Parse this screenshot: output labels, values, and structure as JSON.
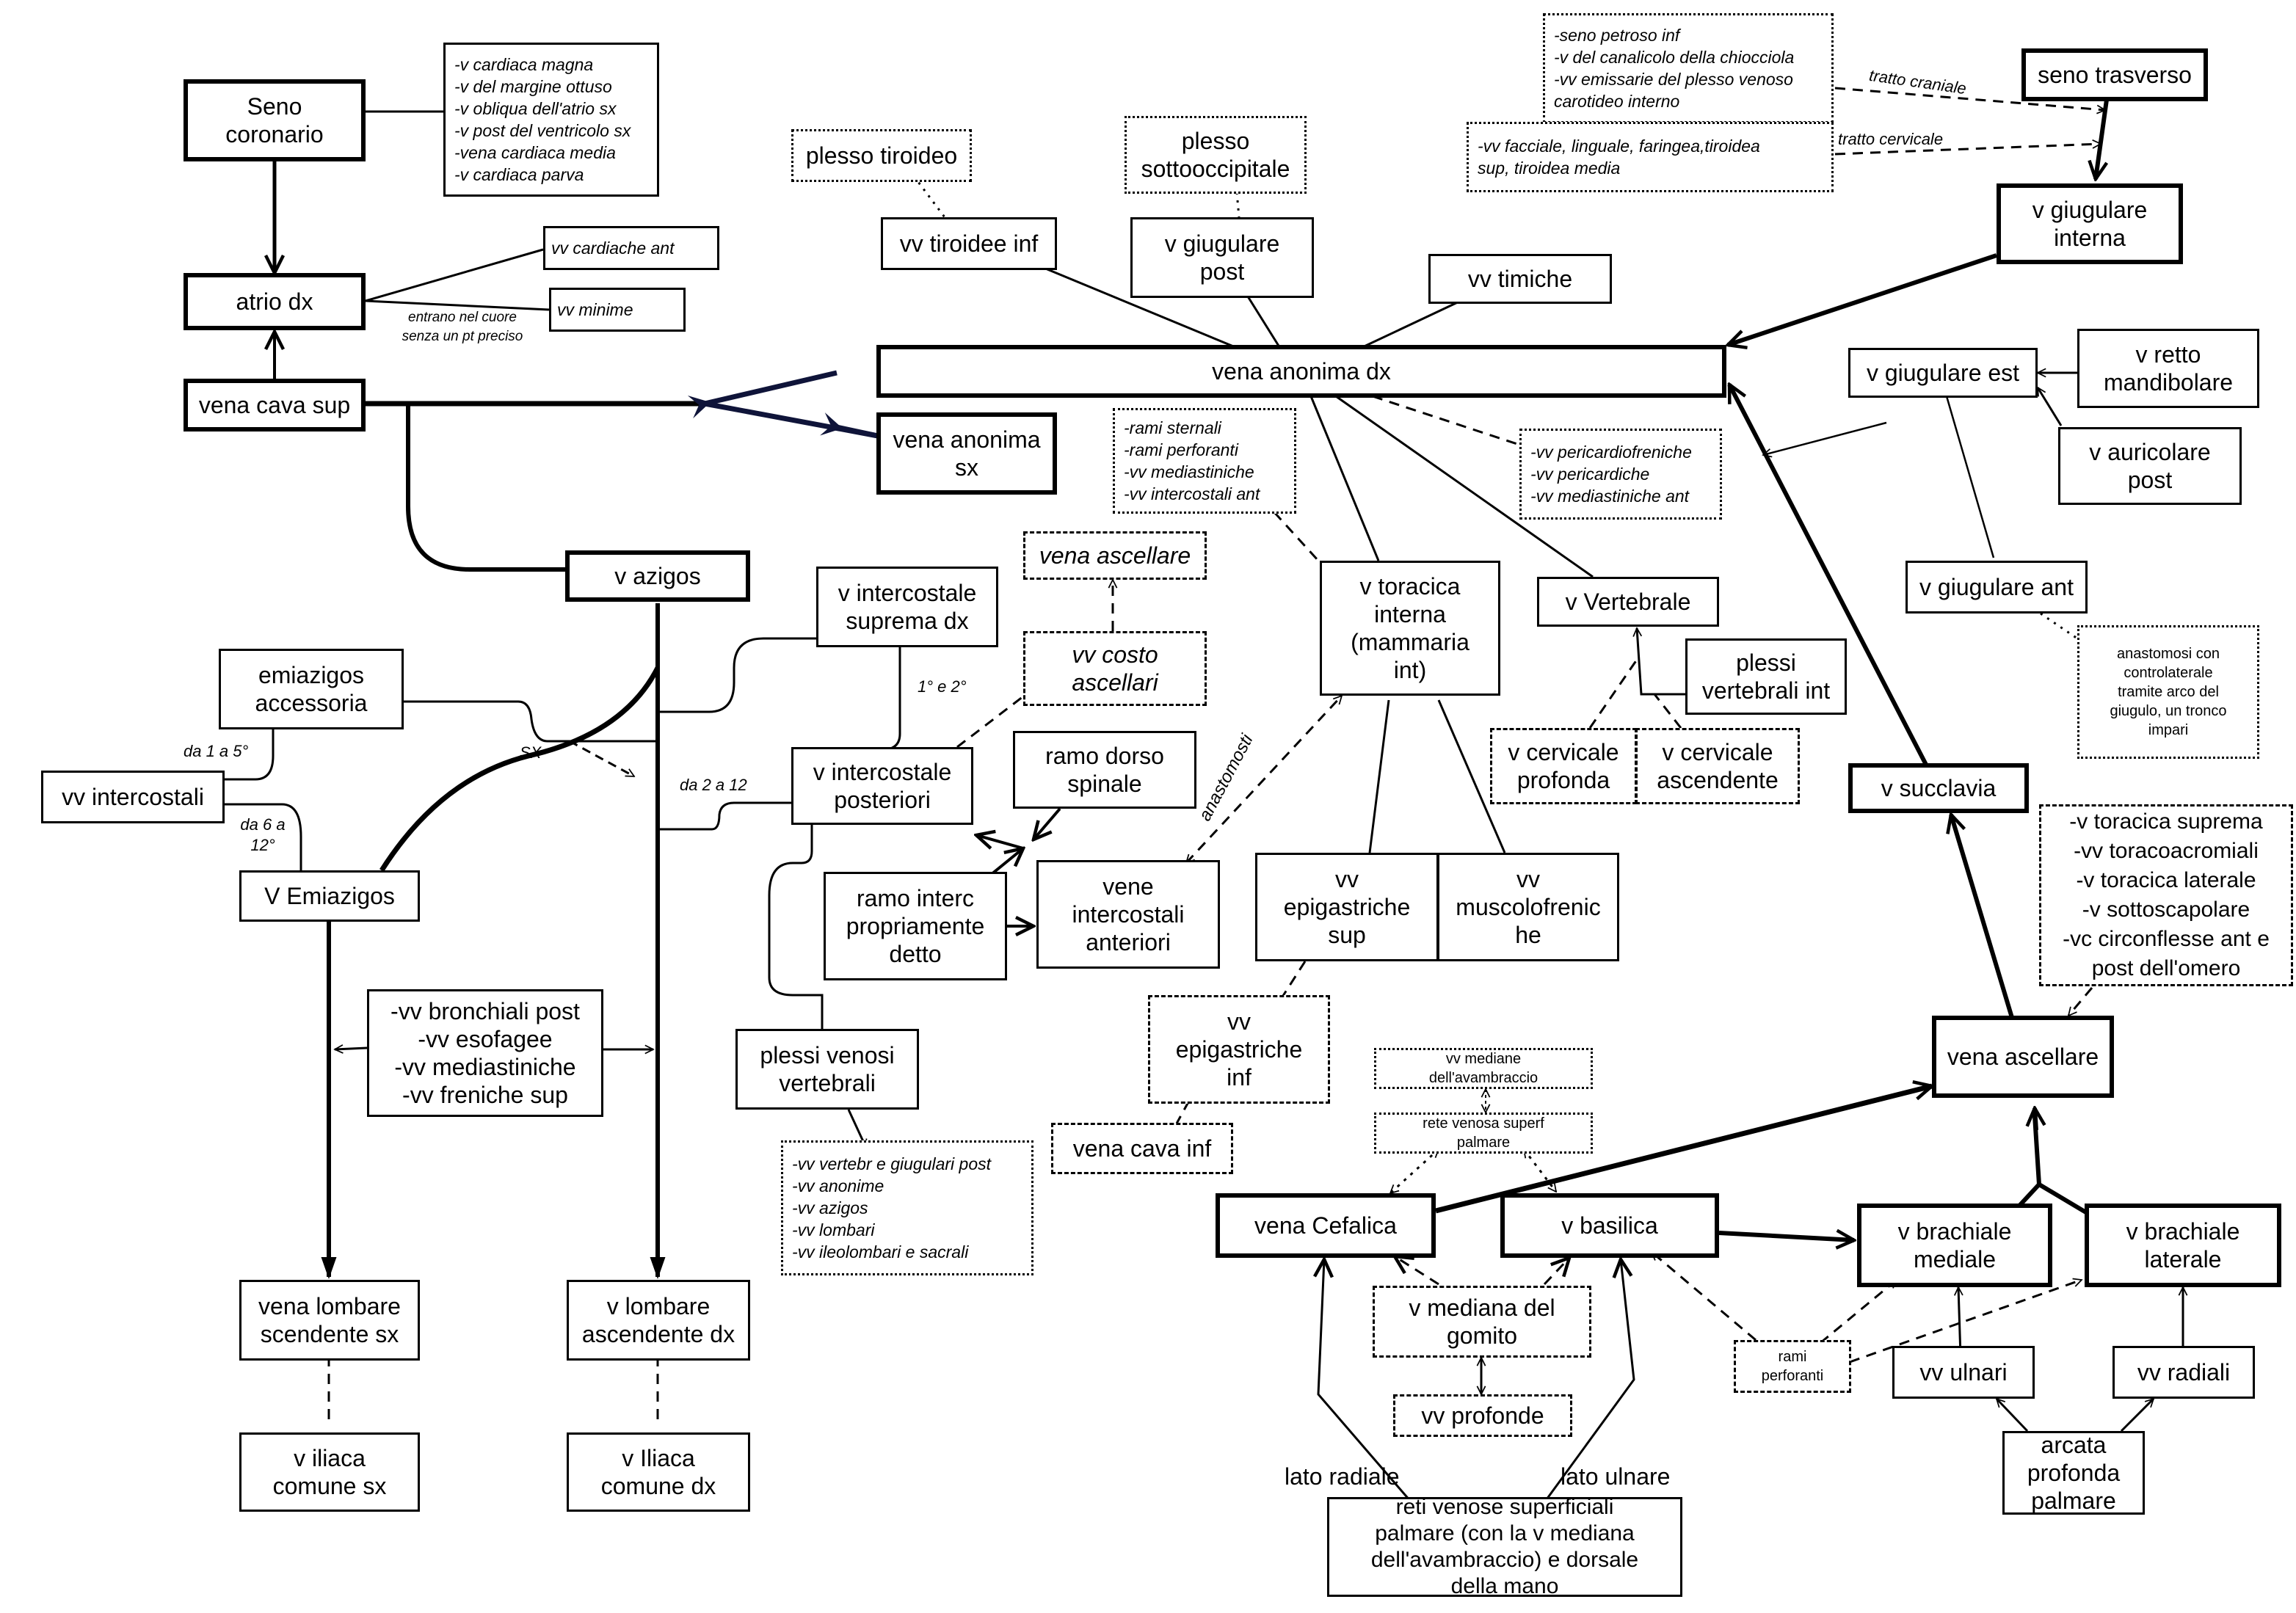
{
  "title": "Sistema venoso - vena cava superiore",
  "colors": {
    "line": "#000000",
    "navy": "#0f1439"
  },
  "nodes": {
    "seno_coronario": "Seno\ncoronario",
    "cardiache_list": "-v cardiaca magna\n-v del margine ottuso\n-v obliqua dell'atrio sx\n-v post del ventricolo sx\n-vena cardiaca media\n-v cardiaca parva",
    "atrio_dx": "atrio dx",
    "vv_cardiache_ant": "vv cardiache ant",
    "vv_minime": "vv minime",
    "vena_cava_sup": "vena cava sup",
    "plesso_tiroideo": "plesso tiroideo",
    "plesso_sottooccipitale": "plesso\nsottooccipitale",
    "vv_tiroidee_inf": "vv tiroidee inf",
    "v_giugulare_post": "v giugulare\npost",
    "vv_timiche": "vv timiche",
    "cranial_list": "-seno petroso inf\n-v del canalicolo della chiocciola\n-vv emissarie del plesso venoso\ncarotideo interno",
    "cervical_list": "-vv facciale, linguale, faringea,tiroidea\nsup, tiroidea media",
    "seno_trasverso": "seno trasverso",
    "v_giugulare_interna": "v giugulare\ninterna",
    "vena_anonima_dx": "vena anonima dx",
    "vena_anonima_sx": "vena anonima\nsx",
    "toracica_rami": "-rami sternali\n-rami perforanti\n-vv mediastiniche\n-vv intercostali ant",
    "pericardio_list": "-vv pericardiofreniche\n-vv pericardiche\n-vv mediastiniche ant",
    "v_giugulare_est": "v giugulare est",
    "v_retto_mandibolare": "v retto\nmandibolare",
    "v_auricolare_post": "v auricolare\npost",
    "v_giugulare_ant": "v giugulare ant",
    "anastomosi_note": "anastomosi con\ncontrolaterale\ntramite arco del\ngiugulo, un tronco\nimpari",
    "v_azigos": "v azigos",
    "v_intercostale_suprema_dx": "v intercostale\nsuprema dx",
    "vena_ascellare_dashed": "vena ascellare",
    "vv_costo_ascellari": "vv costo\nascellari",
    "v_toracica_interna": "v toracica\ninterna\n(mammaria\nint)",
    "v_vertebrale": "v Vertebrale",
    "plessi_vertebrali_int": "plessi\nvertebrali int",
    "v_cervicale_profonda": "v cervicale\nprofonda",
    "v_cervicale_ascendente": "v cervicale\nascendente",
    "v_succlavia": "v succlavia",
    "ascellare_tributaries": "-v toracica suprema\n-vv toracoacromiali\n-v toracica laterale\n-v sottoscapolare\n-vc circonflesse ant e\npost dell'omero",
    "emiazigos_accessoria": "emiazigos\naccessoria",
    "vv_intercostali": "vv intercostali",
    "v_emiazigos": "V Emiazigos",
    "v_intercostale_posteriori": "v intercostale\nposteriori",
    "ramo_dorso_spinale": "ramo dorso\nspinale",
    "ramo_interc": "ramo interc\npropriamente\ndetto",
    "vene_intercostali_anteriori": "vene\nintercostali\nanteriori",
    "vv_epigastriche_sup": "vv\nepigastriche\nsup",
    "vv_muscolofreniche": "vv\nmuscolofrenic\nhe",
    "bronchiali_list": "-vv bronchiali post\n-vv esofagee\n-vv mediastiniche\n-vv freniche sup",
    "plessi_venosi_vertebrali": "plessi venosi\nvertebrali",
    "plessi_list": "-vv vertebr e giugulari post\n-vv anonime\n-vv azigos\n-vv lombari\n-vv ileolombari e sacrali",
    "vv_epigastriche_inf": "vv\nepigastriche\ninf",
    "vena_cava_inf": "vena cava inf",
    "vv_mediane_avambraccio": "vv mediane\ndell'avambraccio",
    "rete_venosa_superf": "rete venosa superf\npalmare",
    "vena_ascellare": "vena ascellare",
    "vena_cefalica": "vena Cefalica",
    "v_basilica": "v basilica",
    "v_brachiale_mediale": "v brachiale\nmediale",
    "v_brachiale_laterale": "v brachiale\nlaterale",
    "v_mediana_gomito": "v mediana del\ngomito",
    "vv_profonde": "vv profonde",
    "rami_perforanti": "rami\nperforanti",
    "vv_ulnari": "vv ulnari",
    "vv_radiali": "vv radiali",
    "arcata_profonda": "arcata\nprofonda\npalmare",
    "vena_lombare_sx": "vena lombare\nscendente sx",
    "v_lombare_dx": "v lombare\nascendente dx",
    "v_iliaca_sx": "v iliaca\ncomune sx",
    "v_iliaca_dx": "v Iliaca\ncomune dx",
    "reti_venose": "reti venose superficiali\npalmare (con la v mediana\ndell'avambraccio) e dorsale\ndella mano"
  },
  "labels": {
    "entrano": "entrano nel cuore\nsenza un pt preciso",
    "tratto_craniale": "tratto craniale",
    "tratto_cervicale": "tratto cervicale",
    "da_1_a_5": "da 1 a 5°",
    "da_6_a_12": "da 6 a\n12°",
    "sx": "SX",
    "da_2_a_12": "da 2 a 12",
    "primo_secondo": "1° e 2°",
    "anastomosti": "anastomosti",
    "lato_radiale": "lato radiale",
    "lato_ulnare": "lato ulnare"
  }
}
